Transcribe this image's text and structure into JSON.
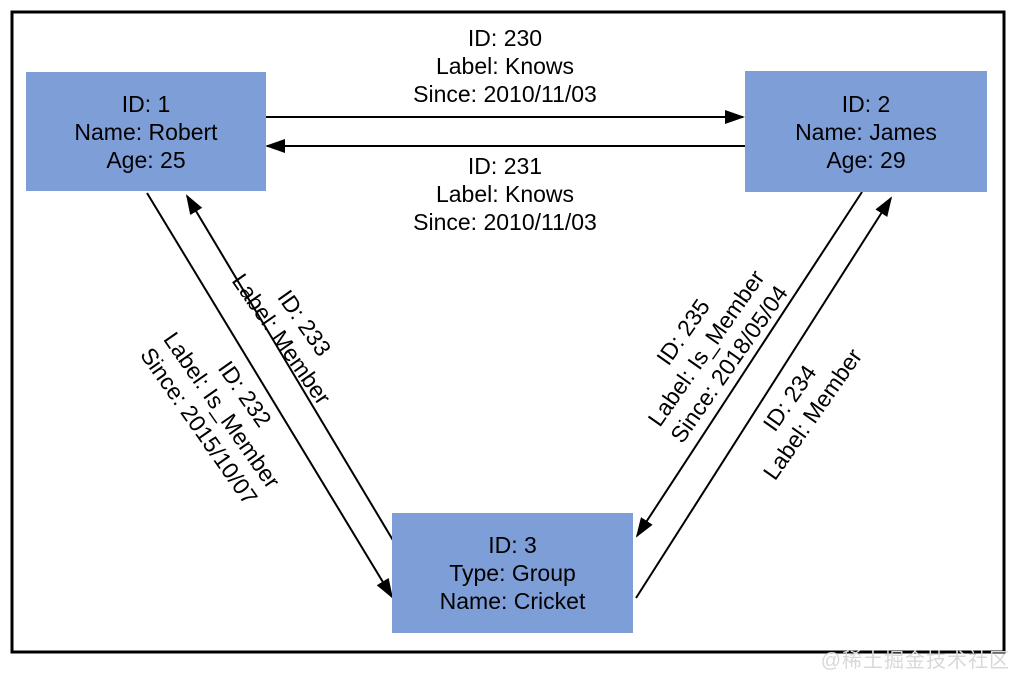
{
  "watermark": "@稀土掘金技术社区",
  "colors": {
    "node_fill": "#7E9ED8",
    "edge_line": "#000000",
    "watermark_text": "#D8D8D8"
  },
  "nodes": {
    "n1": {
      "lines": [
        "ID: 1",
        "Name: Robert",
        "Age: 25"
      ]
    },
    "n2": {
      "lines": [
        "ID: 2",
        "Name: James",
        "Age: 29"
      ]
    },
    "n3": {
      "lines": [
        "ID: 3",
        "Type: Group",
        "Name: Cricket"
      ]
    }
  },
  "edges": {
    "e230": {
      "lines": [
        "ID: 230",
        "Label: Knows",
        "Since: 2010/11/03"
      ]
    },
    "e231": {
      "lines": [
        "ID: 231",
        "Label: Knows",
        "Since: 2010/11/03"
      ]
    },
    "e232": {
      "lines": [
        "ID: 232",
        "Label: Is_Member",
        "Since: 2015/10/07"
      ]
    },
    "e233": {
      "lines": [
        "ID: 233",
        "Label: Member"
      ]
    },
    "e234": {
      "lines": [
        "ID: 234",
        "Label: Member"
      ]
    },
    "e235": {
      "lines": [
        "ID: 235",
        "Label: Is_Member",
        "Since: 2018/05/04"
      ]
    }
  }
}
